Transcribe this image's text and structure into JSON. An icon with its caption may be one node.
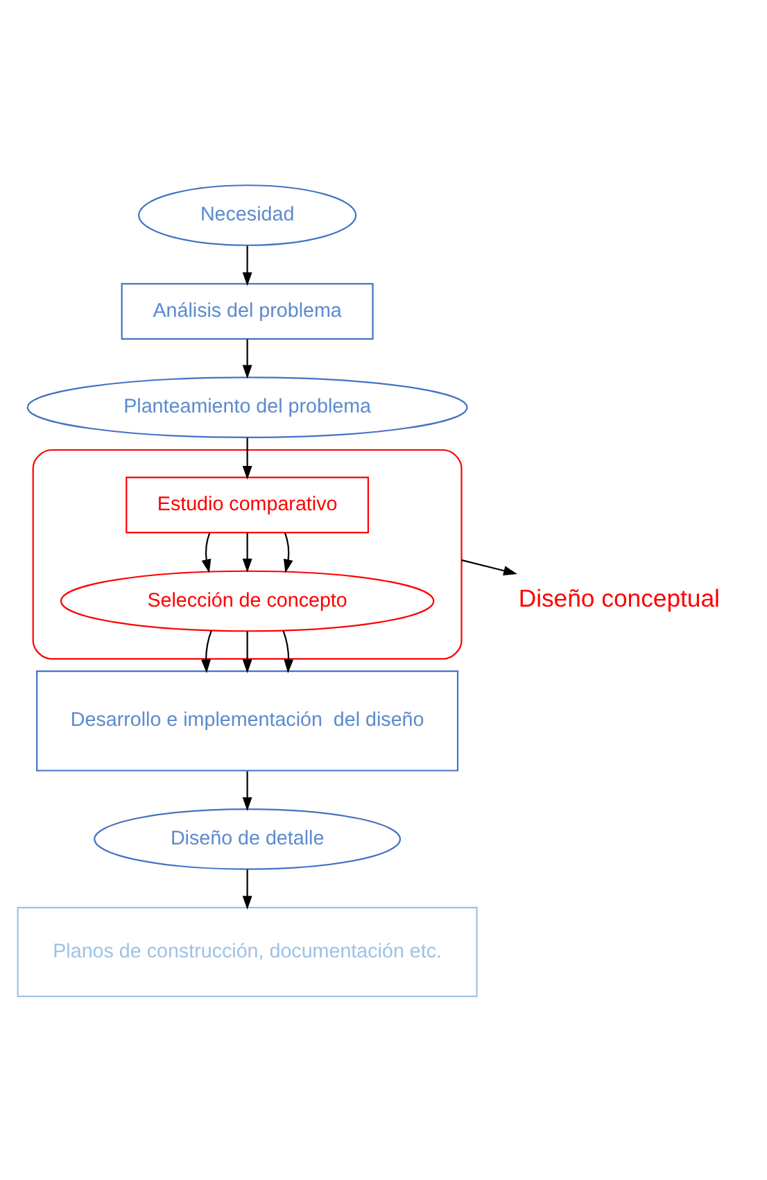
{
  "diagram": {
    "nodes": [
      {
        "text": [
          "Necesidad"
        ]
      },
      {
        "text": [
          "Análisis del problema"
        ]
      },
      {
        "text": [
          "Planteamiento del problema"
        ]
      },
      {
        "text": [],
        "shape": "bracket"
      },
      {
        "text": [
          "Estudio comparativo"
        ],
        "in": 3
      },
      {
        "text": [
          "Selección de concepto"
        ],
        "in": 3
      },
      {
        "text": [
          "Diseño conceptual"
        ]
      },
      {
        "text": [
          "Desarrollo e implementación  del diseño"
        ]
      },
      {
        "text": [
          "Diseño de detalle"
        ]
      },
      {
        "text": [
          "Planos de construcción, documentación etc."
        ]
      }
    ],
    "edges": [
      {
        "from": 0,
        "to": 1,
        "arrow": "to"
      },
      {
        "from": 1,
        "to": 2,
        "arrow": "to"
      },
      {
        "from": 2,
        "to": 4,
        "arrow": "to"
      },
      {
        "from": 4,
        "to": 5,
        "arrow": "to"
      },
      {
        "from": 4,
        "to": 5,
        "arrow": "to"
      },
      {
        "from": 4,
        "to": 5,
        "arrow": "to"
      },
      {
        "from": 3,
        "to": 6,
        "arrow": "to"
      },
      {
        "from": 5,
        "to": 7,
        "arrow": "to"
      },
      {
        "from": 5,
        "to": 7,
        "arrow": "to"
      },
      {
        "from": 5,
        "to": 7,
        "arrow": "to"
      },
      {
        "from": 7,
        "to": 8,
        "arrow": "to"
      },
      {
        "from": 8,
        "to": 9,
        "arrow": "to"
      }
    ]
  }
}
